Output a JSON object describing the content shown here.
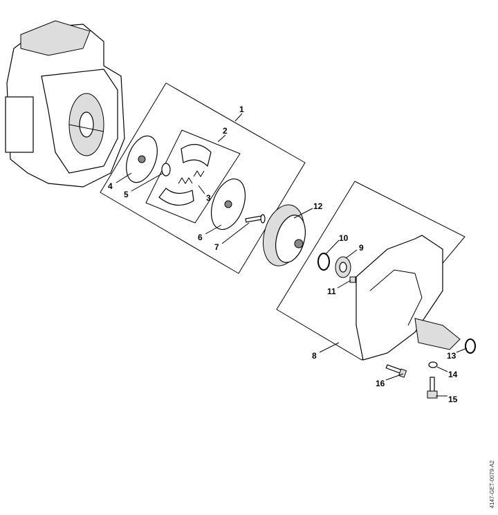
{
  "document_id": "4147-GET-0079-A2",
  "callouts": [
    "1",
    "2",
    "3",
    "4",
    "5",
    "6",
    "7",
    "8",
    "9",
    "10",
    "11",
    "12",
    "13",
    "14",
    "15",
    "16"
  ]
}
